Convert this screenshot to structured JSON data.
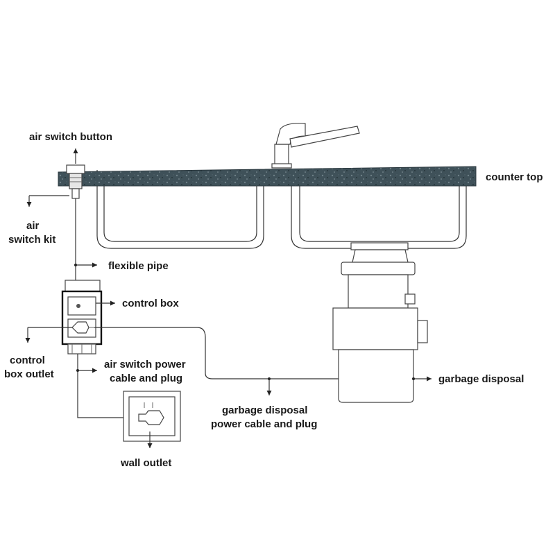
{
  "labels": {
    "air_switch_button": "air switch button",
    "air_switch_kit_line1": "air",
    "air_switch_kit_line2": "switch kit",
    "flexible_pipe": "flexible pipe",
    "control_box": "control box",
    "control_box_outlet_line1": "control",
    "control_box_outlet_line2": "box outlet",
    "air_switch_power_line1": "air switch power",
    "air_switch_power_line2": "cable and plug",
    "counter_top": "counter top",
    "garbage_disposal": "garbage disposal",
    "gd_power_line1": "garbage disposal",
    "gd_power_line2": "power cable and plug",
    "wall_outlet": "wall outlet"
  },
  "colors": {
    "counter_top": "#3f5159",
    "line": "#333333"
  }
}
